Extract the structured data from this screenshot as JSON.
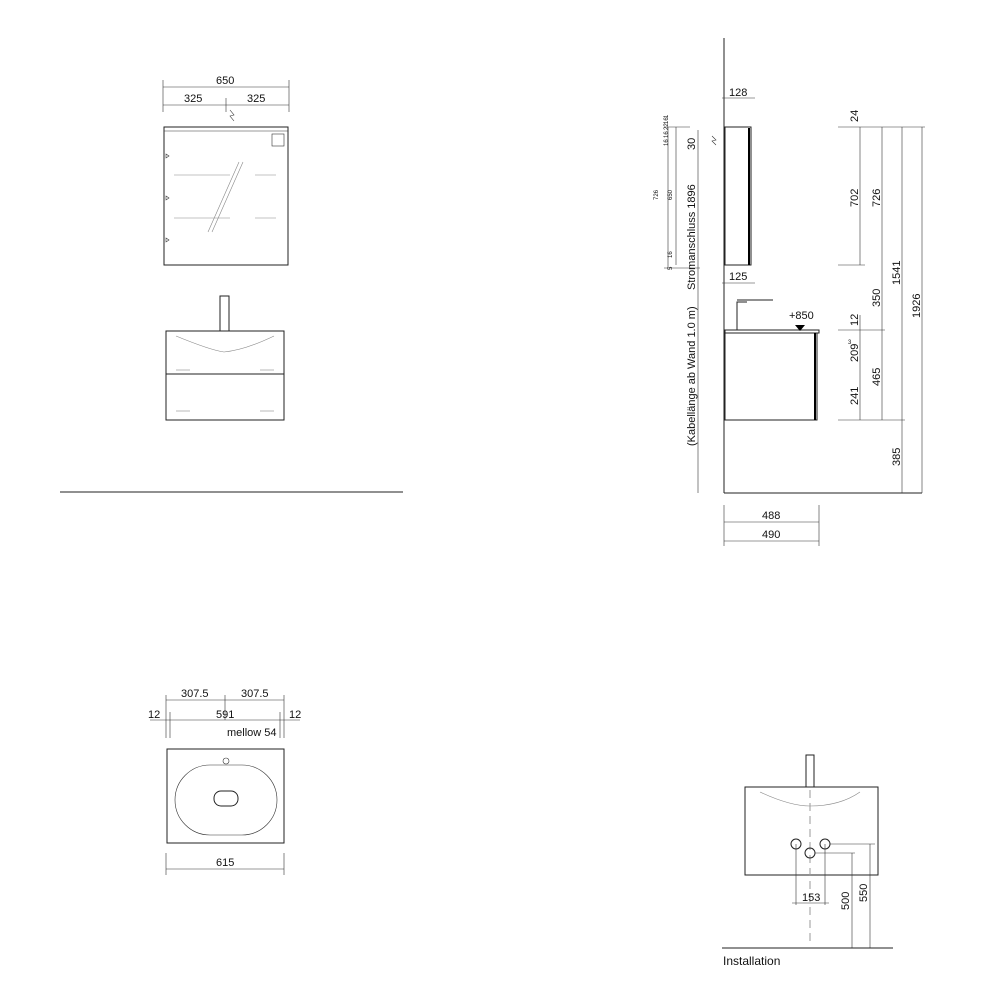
{
  "front_cabinet": {
    "total": "650",
    "left": "325",
    "right": "325"
  },
  "side_view": {
    "depth_top": "128",
    "depth_mirror": "125",
    "height_label": "+850",
    "small": {
      "d1": "16",
      "d2": "16",
      "d3": "22",
      "d4": "1",
      "d5": "16",
      "d6": "726",
      "d7": "650",
      "d8": "16",
      "d9": "5"
    },
    "d30": "30",
    "strom": "Stromanschluss 1896",
    "kabel": "(Kabellänge ab Wand 1.0 m)",
    "right": {
      "d24": "24",
      "d702": "702",
      "d726": "726",
      "d1541": "1541",
      "d1926": "1926",
      "d350": "350",
      "d12": "12",
      "d3a": "3",
      "d3b": "3",
      "d209": "209",
      "d465": "465",
      "d241": "241",
      "d385": "385"
    },
    "bottom": {
      "d488": "488",
      "d490": "490"
    }
  },
  "basin_top": {
    "left": "307.5",
    "right": "307.5",
    "margin_l": "12",
    "inner": "591",
    "margin_r": "12",
    "model": "mellow 54",
    "width": "615"
  },
  "installation": {
    "d153": "153",
    "d500": "500",
    "d550": "550",
    "label": "Installation"
  }
}
